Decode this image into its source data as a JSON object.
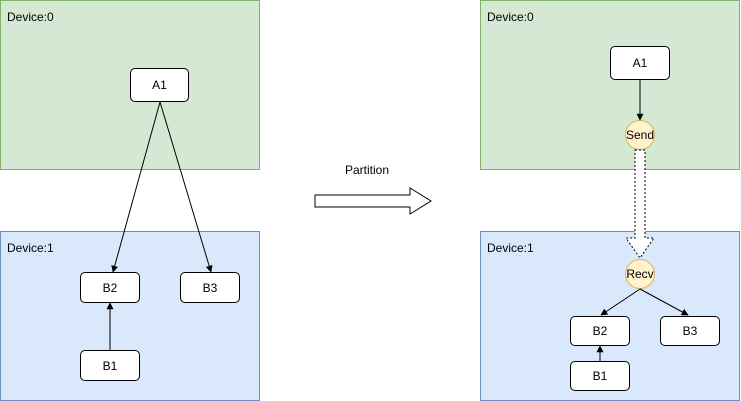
{
  "left": {
    "device0": {
      "label": "Device:0",
      "nodes": {
        "a1": "A1"
      }
    },
    "device1": {
      "label": "Device:1",
      "nodes": {
        "b1": "B1",
        "b2": "B2",
        "b3": "B3"
      }
    }
  },
  "transform": {
    "label": "Partition"
  },
  "right": {
    "device0": {
      "label": "Device:0",
      "nodes": {
        "a1": "A1",
        "send": "Send"
      }
    },
    "device1": {
      "label": "Device:1",
      "nodes": {
        "recv": "Recv",
        "b1": "B1",
        "b2": "B2",
        "b3": "B3"
      }
    }
  },
  "colors": {
    "device0_fill": "#d5e8d4",
    "device0_border": "#82b366",
    "device1_fill": "#dae8fc",
    "device1_border": "#6c8ebf",
    "endpoint_fill": "#fff2cc",
    "endpoint_border": "#d6b656"
  }
}
